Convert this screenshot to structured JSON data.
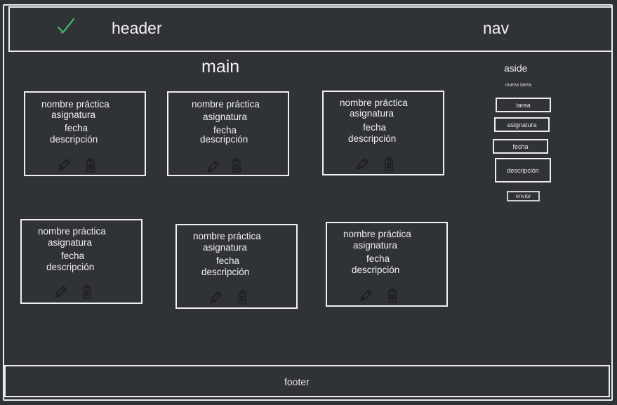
{
  "header": {
    "title": "header",
    "nav": "nav",
    "logo_icon": "checkmark-icon",
    "logo_color": "#3ec163"
  },
  "main": {
    "title": "main",
    "cards": [
      {
        "name": "nombre práctica",
        "subject": "asignatura",
        "date": "fecha",
        "description": "descripción"
      },
      {
        "name": "nombre práctica",
        "subject": "asignatura",
        "date": "fecha",
        "description": "descripción"
      },
      {
        "name": "nombre práctica",
        "subject": "asignatura",
        "date": "fecha",
        "description": "descripción"
      },
      {
        "name": "nombre práctica",
        "subject": "asignatura",
        "date": "fecha",
        "description": "descripción"
      },
      {
        "name": "nombre práctica",
        "subject": "asignatura",
        "date": "fecha",
        "description": "descripción"
      },
      {
        "name": "nombre práctica",
        "subject": "asignatura",
        "date": "fecha",
        "description": "descripción"
      }
    ],
    "card_icons": [
      "pencil-icon",
      "trash-icon"
    ]
  },
  "aside": {
    "title": "aside",
    "subtitle": "nueva tarea",
    "fields": {
      "task": "tarea",
      "subject": "asignatura",
      "date": "fecha",
      "description": "descripción"
    },
    "submit_label": "enviar"
  },
  "footer": {
    "text": "footer"
  }
}
